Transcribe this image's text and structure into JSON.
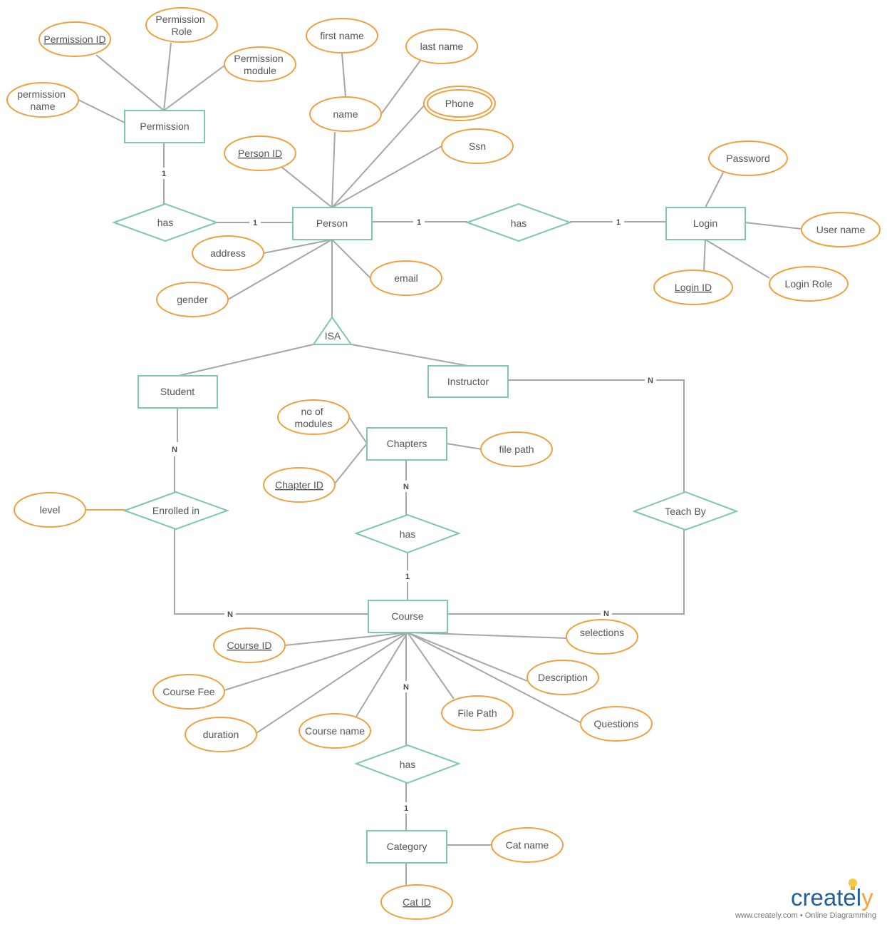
{
  "diagram": {
    "entities": {
      "permission": "Permission",
      "person": "Person",
      "login": "Login",
      "student": "Student",
      "instructor": "Instructor",
      "chapters": "Chapters",
      "course": "Course",
      "category": "Category"
    },
    "relationships": {
      "perm_has": "has",
      "login_has": "has",
      "enrolled": "Enrolled in",
      "chapters_has": "has",
      "teach": "Teach By",
      "category_has": "has",
      "isa": "ISA"
    },
    "attributes": {
      "permission_id": "Permission ID",
      "permission_role": [
        "Permission",
        "Role"
      ],
      "permission_module": [
        "Permission",
        "module"
      ],
      "permission_name": [
        "permission",
        "name"
      ],
      "first_name": "first name",
      "last_name": "last name",
      "name": "name",
      "phone": "Phone",
      "ssn": "Ssn",
      "person_id": "Person ID",
      "address": "address",
      "gender": "gender",
      "email": "email",
      "password": "Password",
      "user_name": "User name",
      "login_id": "Login ID",
      "login_role": "Login Role",
      "no_of_modules": [
        "no of",
        "modules"
      ],
      "chapter_id": "Chapter ID",
      "file_path_ch": "file path",
      "level": "level",
      "course_id": "Course ID",
      "course_fee": "Course Fee",
      "duration": "duration",
      "course_name": "Course name",
      "file_path_co": "File Path",
      "description": "Description",
      "selections": "selections",
      "questions": "Questions",
      "cat_name": "Cat name",
      "cat_id": "Cat ID"
    },
    "cardinalities": {
      "perm_rel": "1",
      "rel_person_left": "1",
      "person_rel_right": "1",
      "rel_login": "1",
      "student_enrolled": "N",
      "enrolled_course": "N",
      "chapters_has": "N",
      "has_course": "1",
      "instructor_teach": "N",
      "teach_course": "N",
      "course_has": "N",
      "has_category": "1"
    }
  },
  "brand": {
    "name_main": "createl",
    "name_end": "y",
    "footer": "www.creately.com • Online Diagramming"
  },
  "colors": {
    "entity_stroke": "#7fc9a7",
    "attribute_stroke": "#f0a041",
    "connector": "#a6a6a6",
    "brand_blue": "#1f5fa2",
    "brand_orange": "#f4a33b"
  }
}
